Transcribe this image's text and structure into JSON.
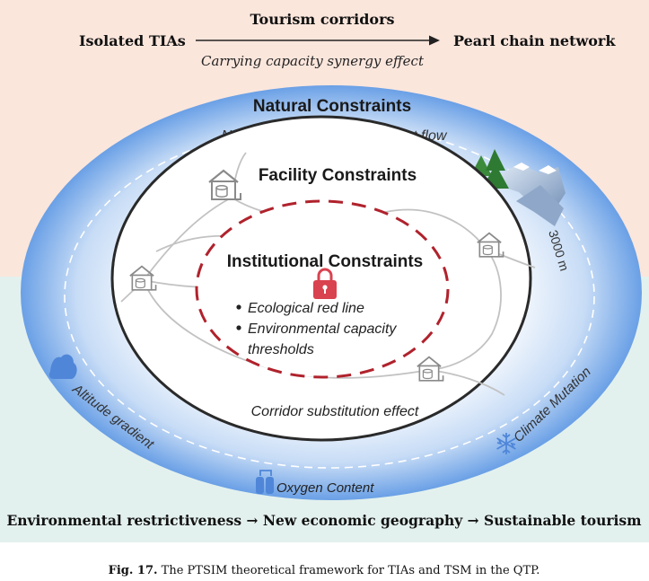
{
  "top_flow": {
    "left_label": "Isolated TIAs",
    "right_label": "Pearl chain network",
    "arrow_top_label": "Tourism corridors",
    "arrow_bottom_label": "Carrying capacity synergy effect"
  },
  "outer_ring": {
    "title": "Natural Constraints",
    "subtitle": "Nonlinear attenuation of tourist flow",
    "altitude_label": "3000 m",
    "left_label": "Altitude gradient",
    "right_label": "Climate Mutation",
    "bottom_label": "Oxygen Content"
  },
  "middle_ring": {
    "title": "Facility Constraints",
    "bottom_label": "Corridor substitution effect"
  },
  "inner_core": {
    "title": "Institutional Constraints",
    "bullets": [
      "Ecological red line",
      "Environmental capacity",
      "thresholds"
    ]
  },
  "bottom_flow": {
    "text": "Environmental restrictiveness → New economic geography → Sustainable tourism"
  },
  "caption": {
    "label": "Fig. 17.",
    "text": "The PTSIM theoretical framework for TIAs and TSM in the QTP."
  },
  "colors": {
    "top_band": "#fbe6dc",
    "bottom_band": "#e3f1ee",
    "outer_ellipse": "#6aa0e6",
    "lock": "#d9424f",
    "dashed_core": "#b0222c",
    "tree": "#3c8a3c"
  }
}
